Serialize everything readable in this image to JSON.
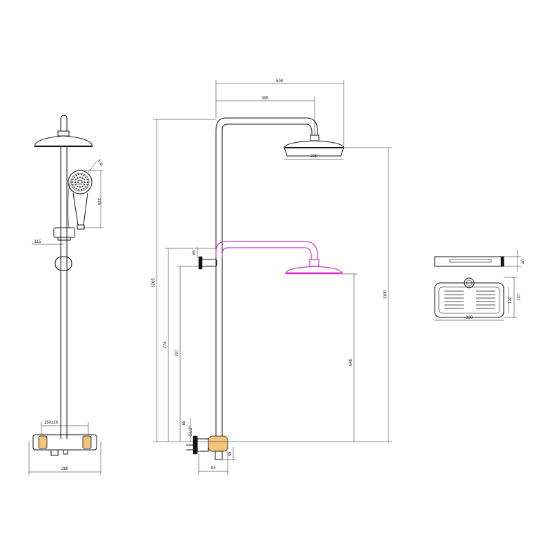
{
  "dimensions": {
    "arm_length": "508",
    "arm_reach": "395",
    "head_diameter": "228",
    "height_total": "1265",
    "height_head": "1180",
    "height_slide": "774",
    "height_slide_low": "707",
    "height_handheld": "640",
    "spacing_mixer": "150±20",
    "width_mixer": "280",
    "handset_diameter": "106",
    "handset_length": "235",
    "shelf_offset": "115",
    "inlet_label": "G1/2\"",
    "inlet_height": "65",
    "small_height": "65",
    "mixer_depth": "93",
    "mixer_height": "45",
    "shelf_height": "40",
    "shelf_depth": "137",
    "shelf_inner": "120",
    "shelf_width": "280"
  },
  "colors": {
    "line": "#111111",
    "highlight": "#cc33cc",
    "accent": "#f2c57a"
  }
}
